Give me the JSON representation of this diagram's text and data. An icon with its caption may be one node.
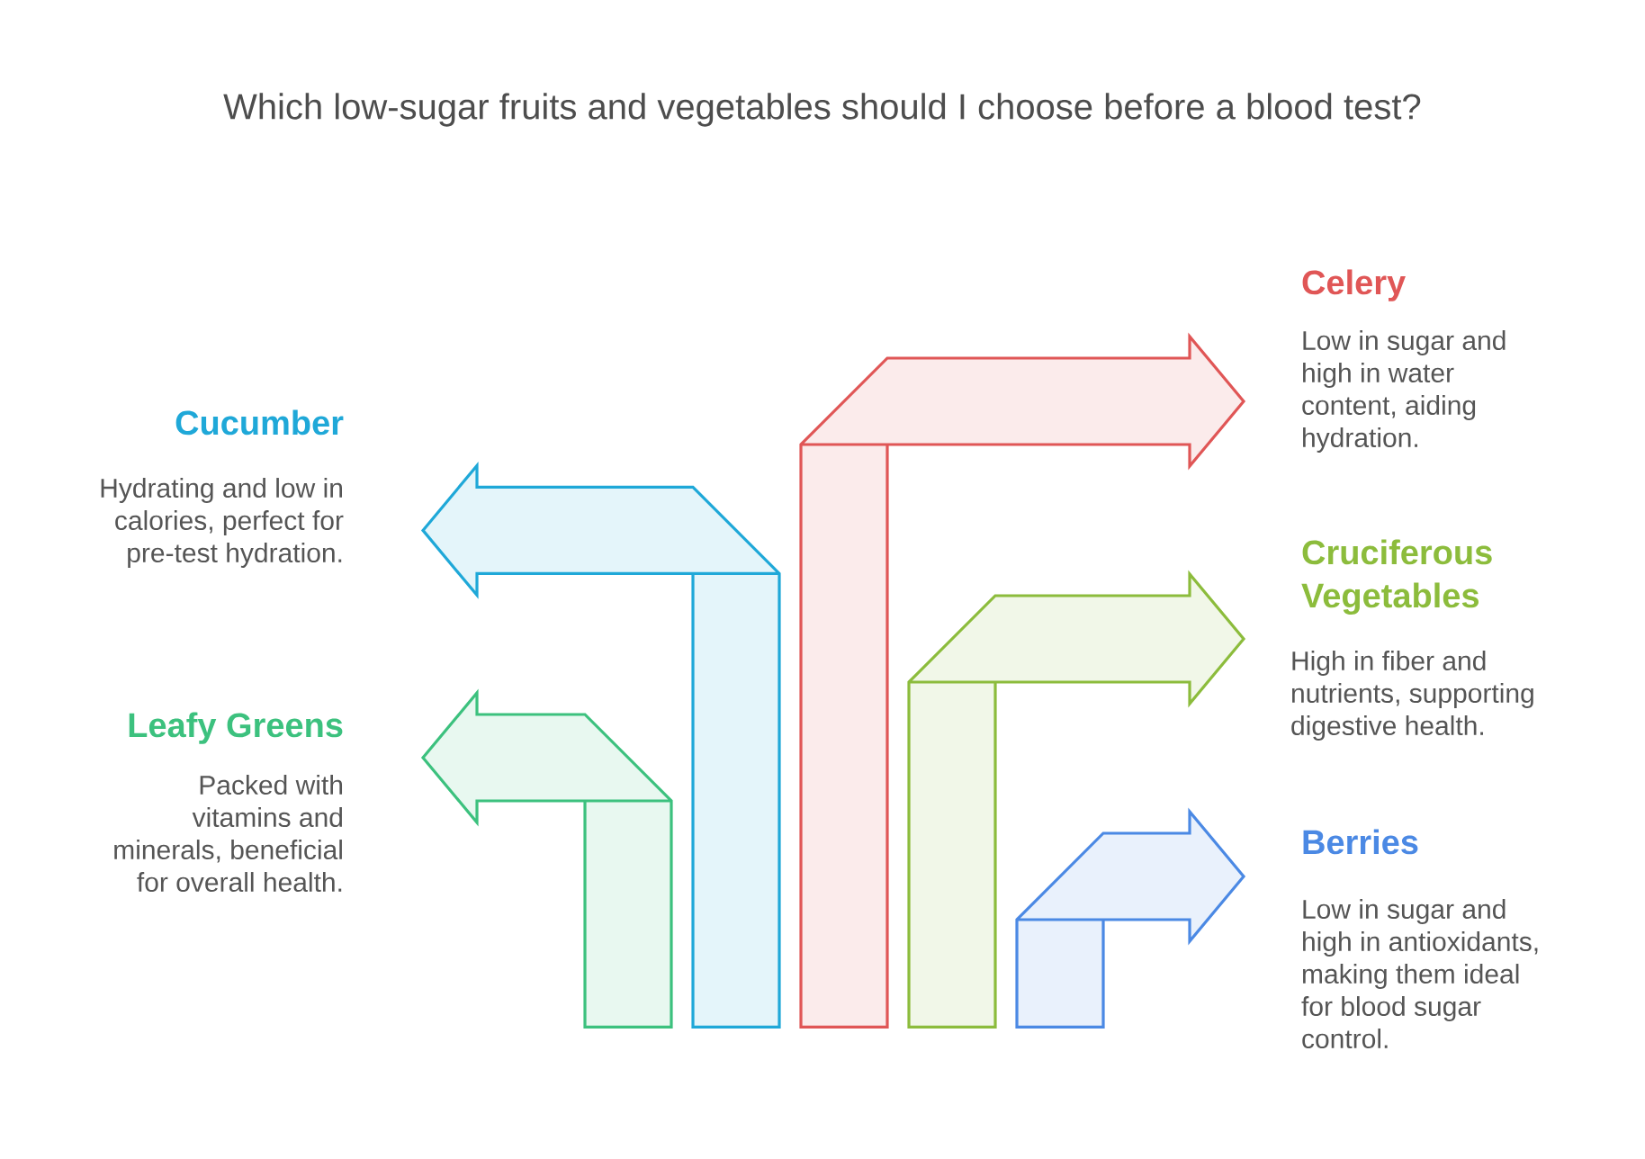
{
  "diagram": {
    "title": "Which low-sugar fruits and vegetables should I choose before a blood test?",
    "labels": [
      "Celery",
      "Low in sugar and high in water content, aiding hydration.",
      "Cucumber",
      "Hydrating and low in calories, perfect for pre-test hydration.",
      "Cruciferous Vegetables",
      "High in fiber and nutrients, supporting digestive health.",
      "Leafy Greens",
      "Packed with vitamins and minerals, beneficial for overall health.",
      "Berries",
      "Low in sugar and high in antioxidants, making them ideal for blood sugar control."
    ]
  }
}
